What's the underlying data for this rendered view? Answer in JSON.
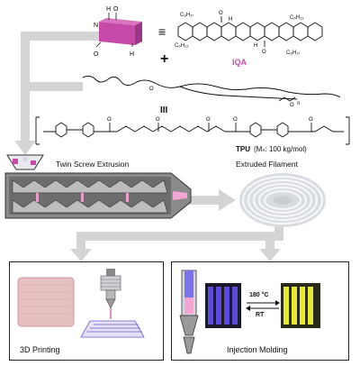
{
  "figure": {
    "chemistry": {
      "equiv_symbol": "≡",
      "plus_symbol": "+",
      "triple_bar_symbol": "III",
      "iqa_label": "IQA",
      "alkyl_c8": "C₈H₁₇",
      "alkyl_c6": "C₆H₁₃",
      "tpu_name": "TPU",
      "tpu_mn": "(Mₙ: 100 kg/mol)",
      "repeat_n": "n"
    },
    "process": {
      "extrusion_label": "Twin Screw Extrusion",
      "filament_label": "Extruded Filament"
    },
    "outputs": {
      "printing_label": "3D Printing",
      "molding_label": "Injection Molding",
      "temp_top": "180 °C",
      "temp_bottom": "RT"
    },
    "colors": {
      "iqa_magenta": "#c64aa8",
      "arrow_gray": "#d4d4d4",
      "purple_bars": "#5a4bd8",
      "yellow_bars": "#e5e93c"
    }
  }
}
